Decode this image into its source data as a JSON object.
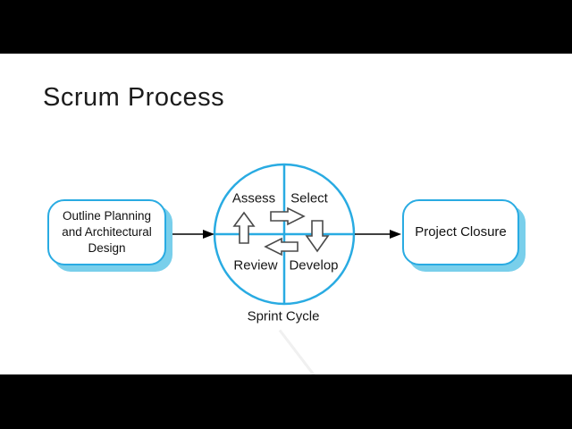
{
  "slide": {
    "title": "Scrum Process"
  },
  "diagram": {
    "left_box": {
      "lines": [
        "Outline Planning",
        "and Architectural",
        "Design"
      ]
    },
    "right_box": {
      "label": "Project Closure"
    },
    "sprint_cycle": {
      "caption": "Sprint Cycle",
      "quadrants": {
        "top_left": "Assess",
        "top_right": "Select",
        "bottom_left": "Review",
        "bottom_right": "Develop"
      }
    },
    "icons": {
      "cycle_arrows": [
        "cycle-arrow-right-icon",
        "cycle-arrow-down-icon",
        "cycle-arrow-left-icon",
        "cycle-arrow-up-icon"
      ],
      "flow_arrows": [
        "flow-arrow-into-cycle-icon",
        "flow-arrow-out-of-cycle-icon"
      ]
    },
    "colors": {
      "accent": "#29abe2",
      "box_shadow": "#79cfeb",
      "block_arrow_outline": "#4a4a4a",
      "text": "#1a1a1a",
      "letterbox": "#000000",
      "slide_background": "#ffffff"
    }
  }
}
